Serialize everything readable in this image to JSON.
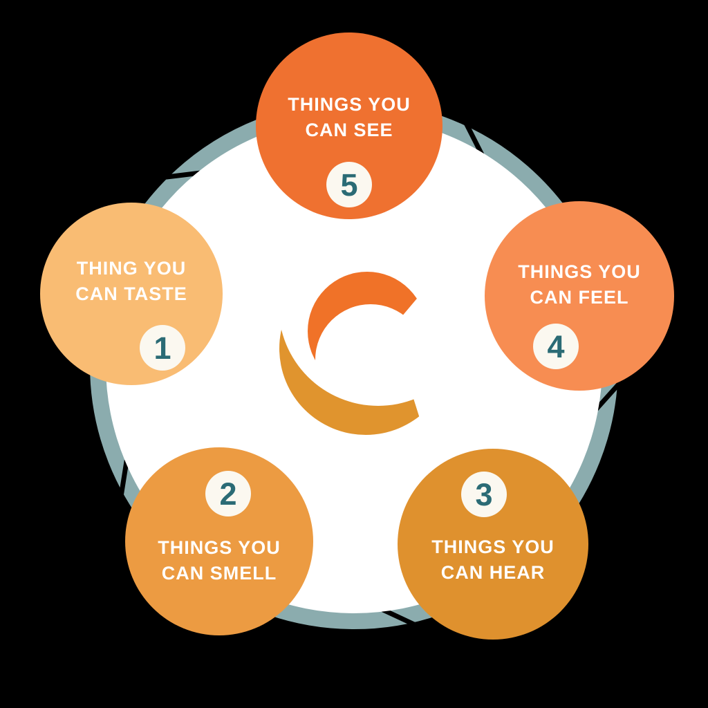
{
  "background": "#000000",
  "hub": {
    "ring_color": "#8BACAE",
    "inner_circle_color": "#FFFFFF",
    "logo_letter": "C",
    "logo_primary_color": "#F07228",
    "logo_secondary_color": "#E0942E"
  },
  "badge": {
    "bg": "#FBF8F0",
    "text_color": "#2B6B75"
  },
  "nodes": [
    {
      "id": "see",
      "number": "5",
      "line1": "THINGS YOU",
      "line2": "CAN SEE",
      "color": "#EF7130"
    },
    {
      "id": "feel",
      "number": "4",
      "line1": "THINGS YOU",
      "line2": "CAN FEEL",
      "color": "#F78D52"
    },
    {
      "id": "hear",
      "number": "3",
      "line1": "THINGS YOU",
      "line2": "CAN HEAR",
      "color": "#DF912E"
    },
    {
      "id": "smell",
      "number": "2",
      "line1": "THINGS YOU",
      "line2": "CAN SMELL",
      "color": "#EC9B42"
    },
    {
      "id": "taste",
      "number": "1",
      "line1": "THING YOU",
      "line2": "CAN TASTE",
      "color": "#F9BC73"
    }
  ]
}
